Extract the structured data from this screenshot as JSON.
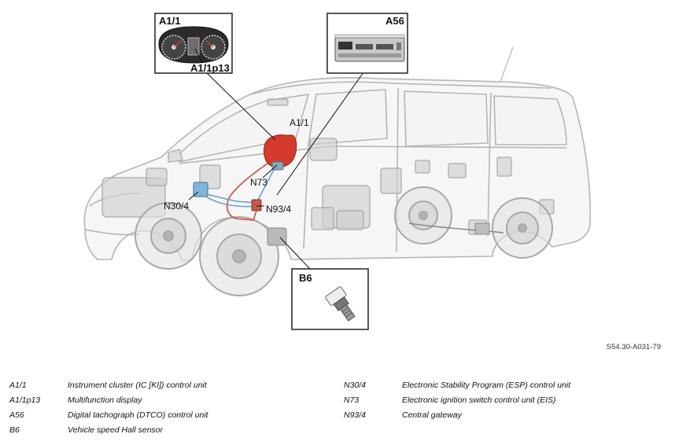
{
  "figure": {
    "code": "S54.30-A031-79",
    "callouts": {
      "a1_1_box": "A1/1",
      "a1_1p13_box": "A1/1p13",
      "a56_box": "A56",
      "b6_box": "B6",
      "a1_1_inline": "A1/1",
      "n73_inline": "N73",
      "n30_4_inline": "N30/4",
      "n93_4_inline": "N93/4"
    },
    "colors": {
      "instrument_cluster": "#d63a2a",
      "esp_unit": "#7fb6d8",
      "wiring_red": "#d04a3a",
      "wiring_blue": "#6aa0c8",
      "vehicle_ghost": "#c9c9c9"
    }
  },
  "legend": {
    "left": [
      {
        "code": "A1/1",
        "description": "Instrument cluster (IC [KI]) control unit"
      },
      {
        "code": "A1/1p13",
        "description": "Multifunction display"
      },
      {
        "code": "A56",
        "description": "Digital tachograph (DTCO) control unit"
      },
      {
        "code": "B6",
        "description": "Vehicle speed Hall sensor"
      }
    ],
    "right": [
      {
        "code": "N30/4",
        "description": "Electronic Stability Program (ESP) control unit"
      },
      {
        "code": "N73",
        "description": "Electronic ignition switch control unit (EIS)"
      },
      {
        "code": "N93/4",
        "description": "Central gateway"
      }
    ]
  }
}
